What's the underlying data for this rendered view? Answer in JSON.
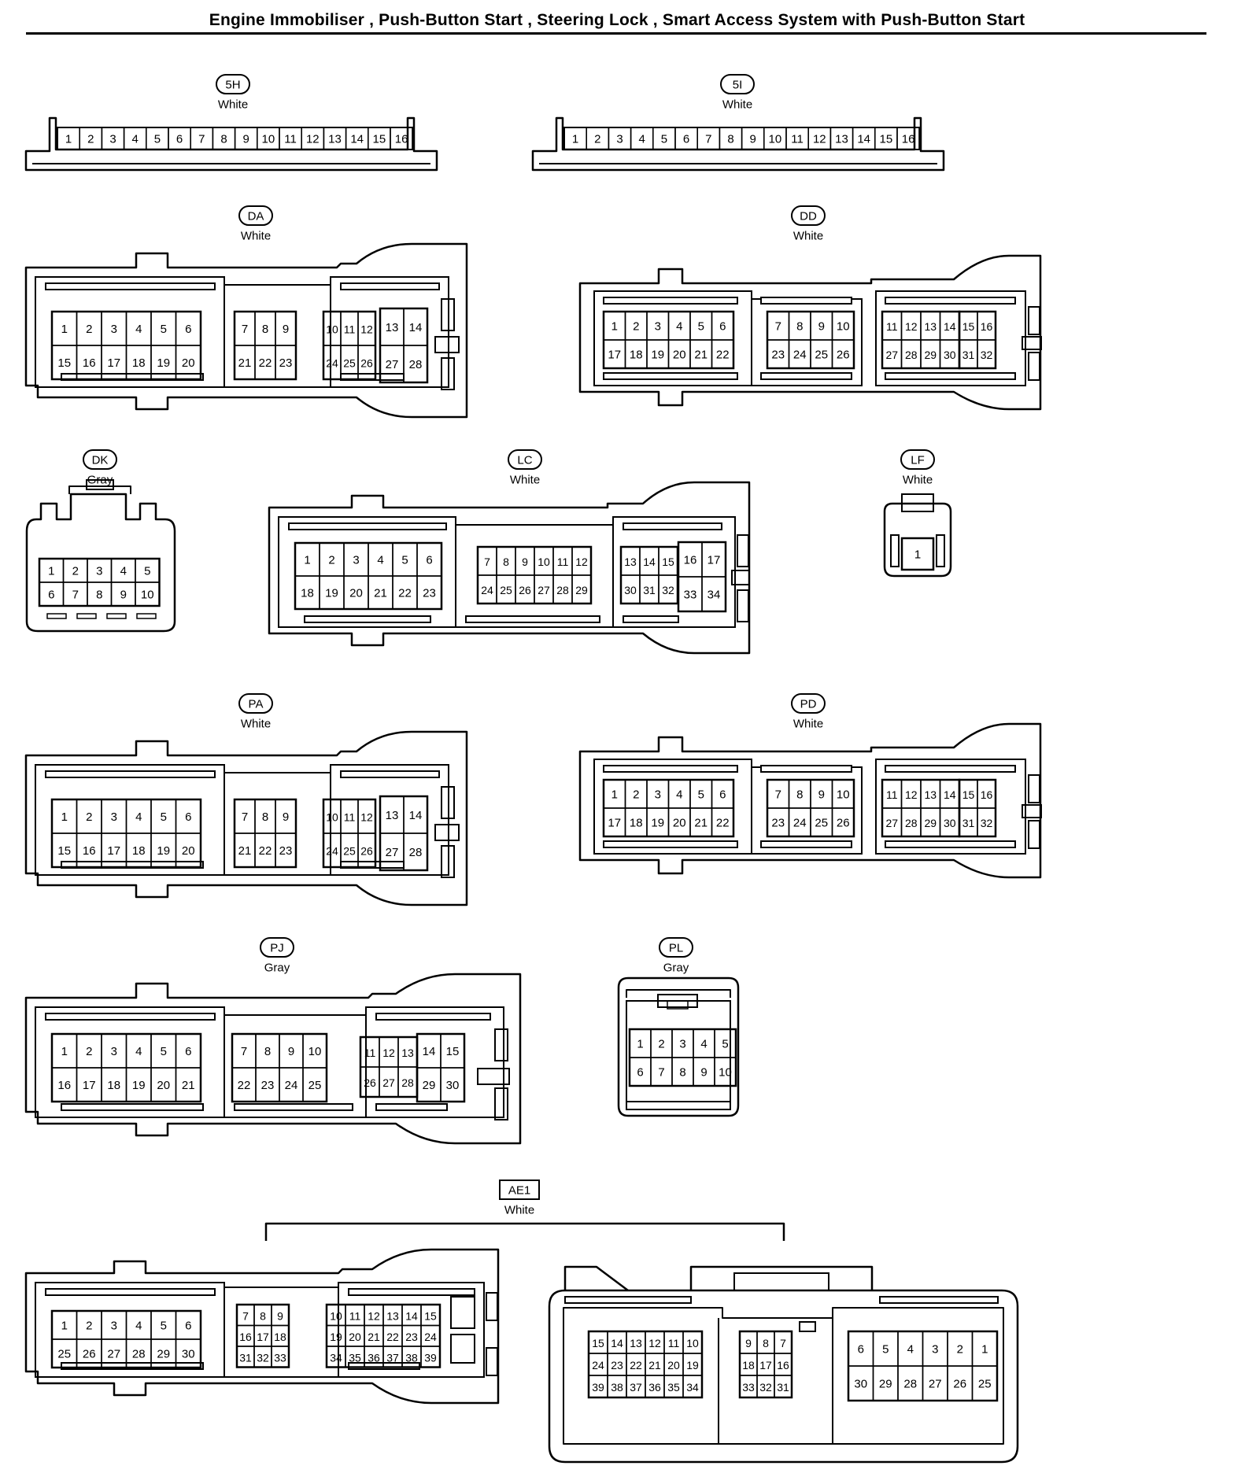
{
  "title": "Engine Immobiliser , Push-Button Start , Steering Lock , Smart Access System with Push-Button Start",
  "connectors": {
    "c5H": {
      "code": "5H",
      "color": "White",
      "pins": [
        [
          "1",
          "2",
          "3",
          "4",
          "5",
          "6",
          "7",
          "8",
          "9",
          "10",
          "11",
          "12",
          "13",
          "14",
          "15",
          "16"
        ]
      ]
    },
    "c5I": {
      "code": "5I",
      "color": "White",
      "pins": [
        [
          "1",
          "2",
          "3",
          "4",
          "5",
          "6",
          "7",
          "8",
          "9",
          "10",
          "11",
          "12",
          "13",
          "14",
          "15",
          "16"
        ]
      ]
    },
    "DA": {
      "code": "DA",
      "color": "White",
      "pins": [
        [
          [
            "1",
            "2",
            "3",
            "4",
            "5",
            "6"
          ],
          [
            "15",
            "16",
            "17",
            "18",
            "19",
            "20"
          ]
        ],
        [
          [
            "7",
            "8",
            "9"
          ],
          [
            "21",
            "22",
            "23"
          ]
        ],
        [
          [
            "10",
            "11",
            "12",
            "13",
            "14"
          ],
          [
            "24",
            "25",
            "26",
            "27",
            "28"
          ]
        ]
      ]
    },
    "DD": {
      "code": "DD",
      "color": "White",
      "pins": [
        [
          [
            "1",
            "2",
            "3",
            "4",
            "5",
            "6"
          ],
          [
            "17",
            "18",
            "19",
            "20",
            "21",
            "22"
          ]
        ],
        [
          [
            "7",
            "8",
            "9",
            "10"
          ],
          [
            "23",
            "24",
            "25",
            "26"
          ]
        ],
        [
          [
            "11",
            "12",
            "13",
            "14",
            "15",
            "16"
          ],
          [
            "27",
            "28",
            "29",
            "30",
            "31",
            "32"
          ]
        ]
      ]
    },
    "DK": {
      "code": "DK",
      "color": "Gray",
      "pins": [
        [
          "1",
          "2",
          "3",
          "4",
          "5"
        ],
        [
          "6",
          "7",
          "8",
          "9",
          "10"
        ]
      ]
    },
    "LC": {
      "code": "LC",
      "color": "White",
      "pins": [
        [
          [
            "1",
            "2",
            "3",
            "4",
            "5",
            "6"
          ],
          [
            "18",
            "19",
            "20",
            "21",
            "22",
            "23"
          ]
        ],
        [
          [
            "7",
            "8",
            "9",
            "10",
            "11",
            "12"
          ],
          [
            "24",
            "25",
            "26",
            "27",
            "28",
            "29"
          ]
        ],
        [
          [
            "13",
            "14",
            "15",
            "16",
            "17"
          ],
          [
            "30",
            "31",
            "32",
            "33",
            "34"
          ]
        ]
      ]
    },
    "LF": {
      "code": "LF",
      "color": "White",
      "pins": [
        [
          "1"
        ]
      ]
    },
    "PA": {
      "code": "PA",
      "color": "White",
      "pins": [
        [
          [
            "1",
            "2",
            "3",
            "4",
            "5",
            "6"
          ],
          [
            "15",
            "16",
            "17",
            "18",
            "19",
            "20"
          ]
        ],
        [
          [
            "7",
            "8",
            "9"
          ],
          [
            "21",
            "22",
            "23"
          ]
        ],
        [
          [
            "10",
            "11",
            "12",
            "13",
            "14"
          ],
          [
            "24",
            "25",
            "26",
            "27",
            "28"
          ]
        ]
      ]
    },
    "PD": {
      "code": "PD",
      "color": "White",
      "pins": [
        [
          [
            "1",
            "2",
            "3",
            "4",
            "5",
            "6"
          ],
          [
            "17",
            "18",
            "19",
            "20",
            "21",
            "22"
          ]
        ],
        [
          [
            "7",
            "8",
            "9",
            "10"
          ],
          [
            "23",
            "24",
            "25",
            "26"
          ]
        ],
        [
          [
            "11",
            "12",
            "13",
            "14",
            "15",
            "16"
          ],
          [
            "27",
            "28",
            "29",
            "30",
            "31",
            "32"
          ]
        ]
      ]
    },
    "PJ": {
      "code": "PJ",
      "color": "Gray",
      "pins": [
        [
          [
            "1",
            "2",
            "3",
            "4",
            "5",
            "6"
          ],
          [
            "16",
            "17",
            "18",
            "19",
            "20",
            "21"
          ]
        ],
        [
          [
            "7",
            "8",
            "9",
            "10"
          ],
          [
            "22",
            "23",
            "24",
            "25"
          ]
        ],
        [
          [
            "11",
            "12",
            "13",
            "14",
            "15"
          ],
          [
            "26",
            "27",
            "28",
            "29",
            "30"
          ]
        ]
      ]
    },
    "PL": {
      "code": "PL",
      "color": "Gray",
      "pins": [
        [
          "1",
          "2",
          "3",
          "4",
          "5"
        ],
        [
          "6",
          "7",
          "8",
          "9",
          "10"
        ]
      ]
    },
    "AE1": {
      "code": "AE1",
      "color": "White",
      "left": [
        [
          [
            "1",
            "2",
            "3",
            "4",
            "5",
            "6"
          ],
          [
            "25",
            "26",
            "27",
            "28",
            "29",
            "30"
          ]
        ],
        [
          [
            "7",
            "8",
            "9"
          ],
          [
            "16",
            "17",
            "18"
          ],
          [
            "31",
            "32",
            "33"
          ]
        ],
        [
          [
            "10",
            "11",
            "12",
            "13",
            "14",
            "15"
          ],
          [
            "19",
            "20",
            "21",
            "22",
            "23",
            "24"
          ],
          [
            "34",
            "35",
            "36",
            "37",
            "38",
            "39"
          ]
        ]
      ],
      "right": [
        [
          [
            "15",
            "14",
            "13",
            "12",
            "11",
            "10"
          ],
          [
            "24",
            "23",
            "22",
            "21",
            "20",
            "19"
          ],
          [
            "39",
            "38",
            "37",
            "36",
            "35",
            "34"
          ]
        ],
        [
          [
            "9",
            "8",
            "7"
          ],
          [
            "18",
            "17",
            "16"
          ],
          [
            "33",
            "32",
            "31"
          ]
        ],
        [
          [
            "6",
            "5",
            "4",
            "3",
            "2",
            "1"
          ],
          [
            "30",
            "29",
            "28",
            "27",
            "26",
            "25"
          ]
        ]
      ]
    }
  }
}
